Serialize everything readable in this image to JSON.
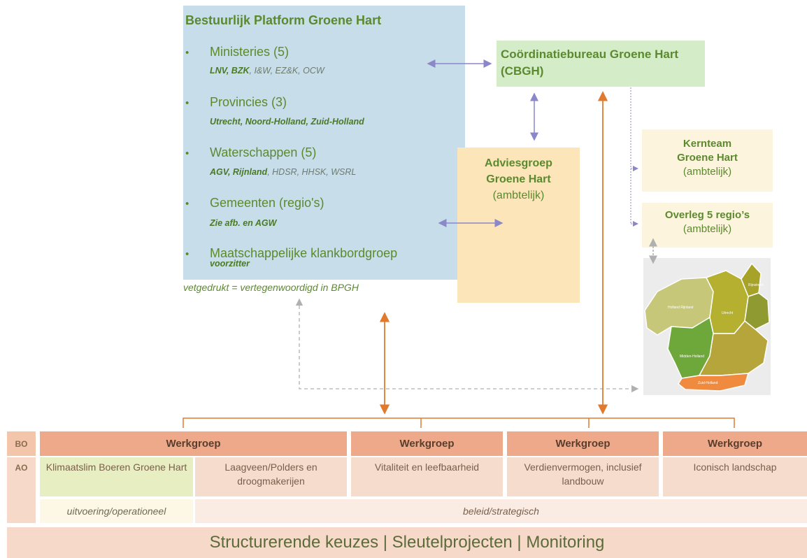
{
  "bpgh": {
    "title": "Bestuurlijk Platform Groene Hart",
    "bullet": "•",
    "items": [
      {
        "label": "Ministeries (5)",
        "sub_bold": "LNV, BZK",
        "sub_rest": ", I&W, EZ&K, OCW"
      },
      {
        "label": "Provincies (3)",
        "sub_bold": "Utrecht, Noord-Holland, Zuid-Holland",
        "sub_rest": ""
      },
      {
        "label": "Waterschappen (5)",
        "sub_bold": "AGV, Rijnland",
        "sub_rest": ", HDSR, HHSK, WSRL"
      },
      {
        "label": "Gemeenten (regio's)",
        "sub_bold": "Zie afb. en AGW",
        "sub_rest": ""
      },
      {
        "label": "Maatschappelijke klankbordgroep",
        "sub_bold": "voorzitter",
        "sub_rest": ""
      }
    ],
    "legend": "vetgedrukt = vertegenwoordigd in BPGH"
  },
  "cbgh": {
    "line1": "Coördinatiebureau Groene Hart",
    "line2": "(CBGH)"
  },
  "advies": {
    "line1": "Adviesgroep",
    "line2": "Groene Hart",
    "line3": "(ambtelijk)"
  },
  "kernteam": {
    "line1": "Kernteam",
    "line2": "Groene Hart",
    "line3": "(ambtelijk)"
  },
  "overleg": {
    "line1": "Overleg 5 regio’s",
    "line2": "(ambtelijk)"
  },
  "map": {
    "region_labels": [
      "Midden-Holland",
      "Utrecht",
      "Rijnstreek",
      "Holland Rijnland",
      "Zuid-Holland"
    ],
    "colors": [
      "#c7c77a",
      "#b5b02f",
      "#6fa83a",
      "#a7a228",
      "#f08a3e"
    ]
  },
  "table": {
    "bo_label": "BO",
    "ao_label": "AO",
    "werkgroep_label": "Werkgroep",
    "tasks": [
      "Klimaatslim Boeren Groene Hart",
      "Laagveen/Polders en droogmakerijen",
      "Vitaliteit en leefbaarheid",
      "Verdienvermogen, inclusief landbouw",
      "Iconisch landschap"
    ],
    "uitvoering": "uitvoering/operationeel",
    "beleid": "beleid/strategisch"
  },
  "footer": "Structurerende keuzes | Sleutelprojecten | Monitoring",
  "colors": {
    "green_text": "#5b8a2e",
    "orange_arrow": "#e07a2e",
    "purple_arrow": "#8b87c9",
    "grey_arrow": "#b0b0b0"
  }
}
